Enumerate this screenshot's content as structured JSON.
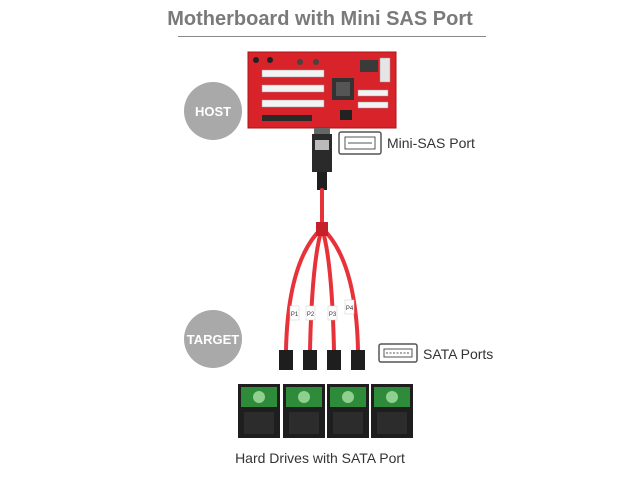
{
  "title": "Motherboard with Mini SAS Port",
  "badges": {
    "host": "HOST",
    "target": "TARGET"
  },
  "labels": {
    "mini_sas_port": "Mini-SAS Port",
    "sata_ports": "SATA Ports"
  },
  "cable_tags": [
    "P1",
    "P2",
    "P3",
    "P4"
  ],
  "caption": "Hard Drives with SATA Port",
  "colors": {
    "board_red": "#d8232a",
    "cable_red": "#e8323a",
    "badge_gray": "#a9a9a9",
    "drive_green": "#2e8b3a",
    "drive_black": "#1e1e1e"
  },
  "icons": [
    "mini-sas-port-icon",
    "sata-port-icon",
    "motherboard-image",
    "hard-drive-image"
  ]
}
